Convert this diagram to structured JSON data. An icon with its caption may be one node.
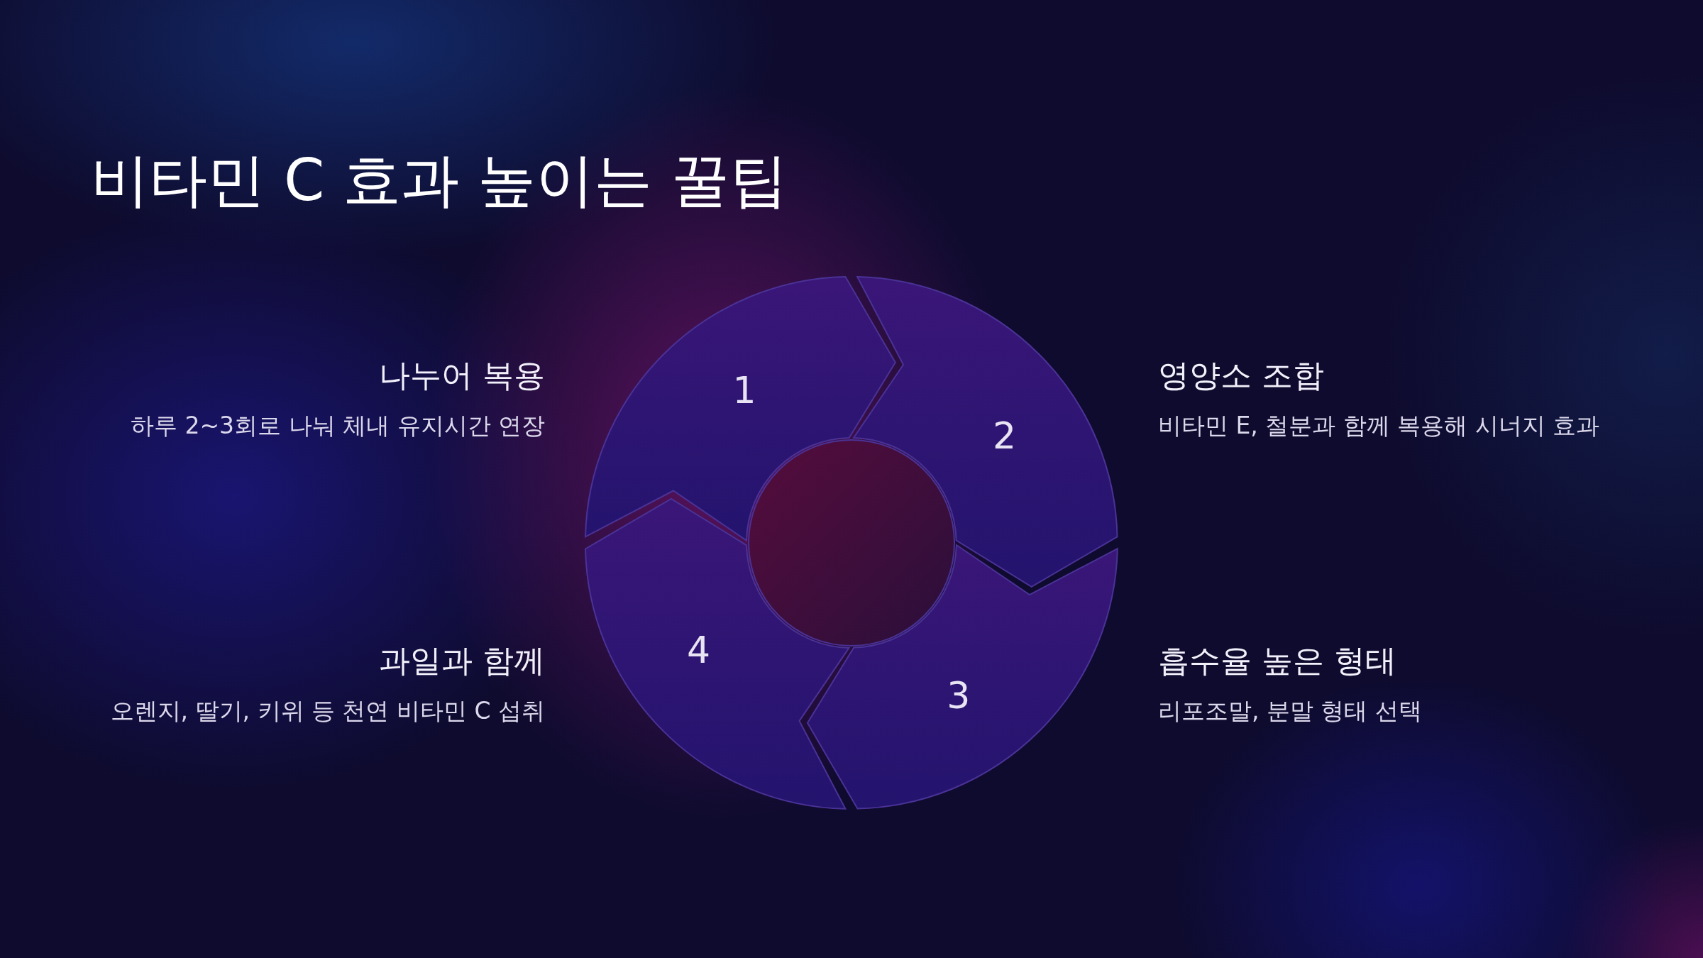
{
  "diagram": {
    "title": "비타민 C 효과 높이는 꿀팁",
    "nodes": [
      {
        "text": [
          "1"
        ],
        "beside": [
          "나누어 복용",
          "하루 2~3회로 나눠 체내 유지시간 연장"
        ]
      },
      {
        "text": [
          "2"
        ],
        "beside": [
          "영양소 조합",
          "비타민 E, 철분과 함께 복용해 시너지 효과"
        ]
      },
      {
        "text": [
          "3"
        ],
        "beside": [
          "흡수율 높은 형태",
          "리포조말, 분말 형태 선택"
        ]
      },
      {
        "text": [
          "4"
        ],
        "beside": [
          "과일과 함께",
          "오렌지, 딸기, 키위 등 천연 비타민 C 섭취"
        ]
      },
      {
        "text": [],
        "shape": "circle"
      }
    ]
  }
}
